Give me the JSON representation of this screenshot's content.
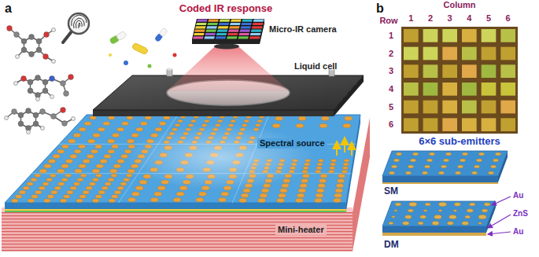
{
  "diagram": {
    "labels": [
      "a",
      "Coded IR response",
      "Micro-IR camera",
      "Liquid cell",
      "Spectral source",
      "Mini-heater",
      "b",
      "Column",
      "1",
      "2",
      "3",
      "4",
      "5",
      "6",
      "Row",
      "1",
      "2",
      "3",
      "4",
      "5",
      "6",
      "6×6 sub-emitters",
      "SM",
      "DM",
      "Au",
      "ZnS",
      "Au"
    ]
  }
}
